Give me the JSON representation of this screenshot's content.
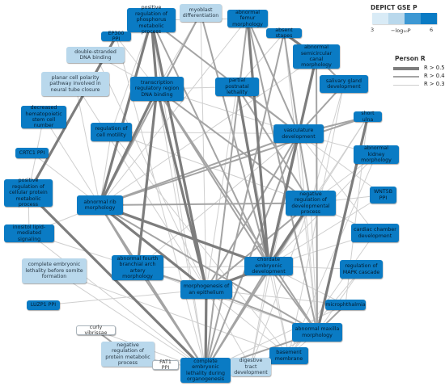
{
  "legend": {
    "title": "DEPICT GSE P",
    "colorbar_min": "3",
    "colorbar_max": "6",
    "colorbar_label": "−log₁₀P",
    "colorbar_colors": [
      "#d9ebf6",
      "#b9d8ec",
      "#3d98d3",
      "#0a7bc4"
    ],
    "person_title": "Person R",
    "lines": [
      {
        "label": "R > 0.5",
        "color": "#7d7d7d",
        "width": 3.2
      },
      {
        "label": "R > 0.4",
        "color": "#a4a4a4",
        "width": 2.0
      },
      {
        "label": "R > 0.3",
        "color": "#cfcfcf",
        "width": 1.0
      }
    ]
  },
  "nodes": [
    {
      "label": "positive regulation of phosphorus metabolic process",
      "level": 3
    },
    {
      "label": "myoblast differentiation",
      "level": 1
    },
    {
      "label": "abnormal femur morphology",
      "level": 3
    },
    {
      "label": "EP300 PPI",
      "level": 3
    },
    {
      "label": "absent stapes",
      "level": 3
    },
    {
      "label": "double-stranded DNA binding",
      "level": 1
    },
    {
      "label": "abnormal semicircular canal morphology",
      "level": 3
    },
    {
      "label": "planar cell polarity pathway involved in neural tube closure",
      "level": 1
    },
    {
      "label": "salivary gland development",
      "level": 3
    },
    {
      "label": "transcription regulatory region DNA binding",
      "level": 3
    },
    {
      "label": "partial postnatal lethality",
      "level": 3
    },
    {
      "label": "decreased hematopoietic stem cell number",
      "level": 3
    },
    {
      "label": "short ulna",
      "level": 3
    },
    {
      "label": "regulation of cell motility",
      "level": 3
    },
    {
      "label": "vasculature development",
      "level": 3
    },
    {
      "label": "CRTC1 PPI",
      "level": 3
    },
    {
      "label": "abnormal kidney morphology",
      "level": 3
    },
    {
      "label": "positive regulation of cellular protein metabolic process",
      "level": 3
    },
    {
      "label": "WNT5B PPI",
      "level": 3
    },
    {
      "label": "abnormal rib morphology",
      "level": 3
    },
    {
      "label": "negative regulation of developmental process",
      "level": 3
    },
    {
      "label": "cardiac chamber development",
      "level": 3
    },
    {
      "label": "inositol lipid-mediated signaling",
      "level": 3
    },
    {
      "label": "abnormal fourth branchial arch artery morphology",
      "level": 3
    },
    {
      "label": "chordate embryonic development",
      "level": 3
    },
    {
      "label": "regulation of MAPK cascade",
      "level": 3
    },
    {
      "label": "complete embryonic lethality before somite formation",
      "level": 1
    },
    {
      "label": "morphogenesis of an epithelium",
      "level": 3
    },
    {
      "label": "microphthalmia",
      "level": 3
    },
    {
      "label": "LUZP1 PPI",
      "level": 3
    },
    {
      "label": "curly vibrissae",
      "level": 0
    },
    {
      "label": "abnormal maxilla morphology",
      "level": 3
    },
    {
      "label": "negative regulation of protein metabolic process",
      "level": 1
    },
    {
      "label": "basement membrane",
      "level": 3
    },
    {
      "label": "FAT1 PPI",
      "level": 0
    },
    {
      "label": "complete embryonic lethality during organogenesis",
      "level": 3
    },
    {
      "label": "digestive tract development",
      "level": 1
    }
  ],
  "edges": [
    [
      0,
      9,
      1
    ],
    [
      0,
      10,
      3
    ],
    [
      0,
      14,
      2
    ],
    [
      0,
      19,
      1
    ],
    [
      0,
      24,
      2
    ],
    [
      0,
      27,
      1
    ],
    [
      0,
      35,
      3
    ],
    [
      1,
      9,
      3
    ],
    [
      1,
      19,
      2
    ],
    [
      1,
      24,
      2
    ],
    [
      1,
      27,
      3
    ],
    [
      2,
      14,
      2
    ],
    [
      2,
      19,
      3
    ],
    [
      2,
      24,
      1
    ],
    [
      2,
      31,
      2
    ],
    [
      2,
      35,
      2
    ],
    [
      3,
      17,
      1
    ],
    [
      4,
      6,
      1
    ],
    [
      4,
      14,
      2
    ],
    [
      4,
      31,
      3
    ],
    [
      4,
      35,
      2
    ],
    [
      4,
      10,
      3
    ],
    [
      6,
      8,
      2
    ],
    [
      6,
      14,
      3
    ],
    [
      6,
      24,
      1
    ],
    [
      6,
      31,
      2
    ],
    [
      6,
      19,
      3
    ],
    [
      8,
      14,
      2
    ],
    [
      8,
      20,
      3
    ],
    [
      8,
      33,
      3
    ],
    [
      9,
      14,
      3
    ],
    [
      9,
      19,
      1
    ],
    [
      9,
      20,
      2
    ],
    [
      9,
      24,
      2
    ],
    [
      9,
      27,
      1
    ],
    [
      9,
      10,
      3
    ],
    [
      9,
      23,
      1
    ],
    [
      9,
      31,
      2
    ],
    [
      9,
      35,
      3
    ],
    [
      10,
      14,
      2
    ],
    [
      10,
      24,
      1
    ],
    [
      10,
      20,
      2
    ],
    [
      10,
      33,
      3
    ],
    [
      10,
      27,
      3
    ],
    [
      12,
      14,
      2
    ],
    [
      12,
      19,
      2
    ],
    [
      12,
      31,
      1
    ],
    [
      12,
      35,
      3
    ],
    [
      12,
      20,
      3
    ],
    [
      12,
      28,
      3
    ],
    [
      13,
      14,
      3
    ],
    [
      13,
      19,
      3
    ],
    [
      13,
      20,
      3
    ],
    [
      13,
      33,
      3
    ],
    [
      14,
      16,
      3
    ],
    [
      14,
      19,
      2
    ],
    [
      14,
      20,
      2
    ],
    [
      14,
      23,
      3
    ],
    [
      14,
      24,
      1
    ],
    [
      14,
      27,
      2
    ],
    [
      14,
      31,
      3
    ],
    [
      14,
      35,
      2
    ],
    [
      14,
      36,
      3
    ],
    [
      14,
      21,
      3
    ],
    [
      16,
      20,
      3
    ],
    [
      16,
      24,
      3
    ],
    [
      16,
      33,
      3
    ],
    [
      17,
      35,
      1
    ],
    [
      17,
      11,
      3
    ],
    [
      18,
      20,
      3
    ],
    [
      18,
      24,
      3
    ],
    [
      19,
      20,
      2
    ],
    [
      19,
      23,
      2
    ],
    [
      19,
      24,
      1
    ],
    [
      19,
      27,
      1
    ],
    [
      19,
      31,
      2
    ],
    [
      19,
      35,
      2
    ],
    [
      20,
      24,
      1
    ],
    [
      20,
      27,
      2
    ],
    [
      20,
      31,
      3
    ],
    [
      20,
      35,
      2
    ],
    [
      20,
      21,
      3
    ],
    [
      20,
      36,
      3
    ],
    [
      21,
      24,
      3
    ],
    [
      21,
      33,
      3
    ],
    [
      22,
      27,
      3
    ],
    [
      22,
      35,
      3
    ],
    [
      23,
      24,
      3
    ],
    [
      23,
      27,
      2
    ],
    [
      23,
      35,
      2
    ],
    [
      23,
      31,
      3
    ],
    [
      24,
      27,
      1
    ],
    [
      24,
      31,
      2
    ],
    [
      24,
      35,
      2
    ],
    [
      24,
      33,
      3
    ],
    [
      24,
      25,
      3
    ],
    [
      24,
      36,
      3
    ],
    [
      25,
      31,
      3
    ],
    [
      25,
      33,
      3
    ],
    [
      26,
      35,
      3
    ],
    [
      26,
      33,
      3
    ],
    [
      27,
      31,
      2
    ],
    [
      27,
      35,
      1
    ],
    [
      27,
      33,
      3
    ],
    [
      27,
      36,
      3
    ],
    [
      27,
      28,
      3
    ],
    [
      28,
      31,
      2
    ],
    [
      28,
      35,
      3
    ],
    [
      30,
      32,
      2
    ],
    [
      30,
      35,
      3
    ],
    [
      31,
      35,
      2
    ],
    [
      31,
      33,
      3
    ],
    [
      31,
      36,
      3
    ],
    [
      33,
      35,
      3
    ],
    [
      33,
      36,
      3
    ],
    [
      32,
      35,
      3
    ],
    [
      0,
      2,
      3
    ],
    [
      0,
      13,
      3
    ],
    [
      7,
      27,
      3
    ],
    [
      7,
      19,
      3
    ],
    [
      5,
      9,
      3
    ],
    [
      5,
      27,
      3
    ],
    [
      3,
      9,
      3
    ],
    [
      3,
      35,
      3
    ],
    [
      15,
      19,
      3
    ],
    [
      29,
      27,
      3
    ],
    [
      11,
      19,
      3
    ],
    [
      22,
      19,
      3
    ],
    [
      22,
      17,
      3
    ],
    [
      18,
      14,
      3
    ],
    [
      28,
      24,
      3
    ]
  ]
}
